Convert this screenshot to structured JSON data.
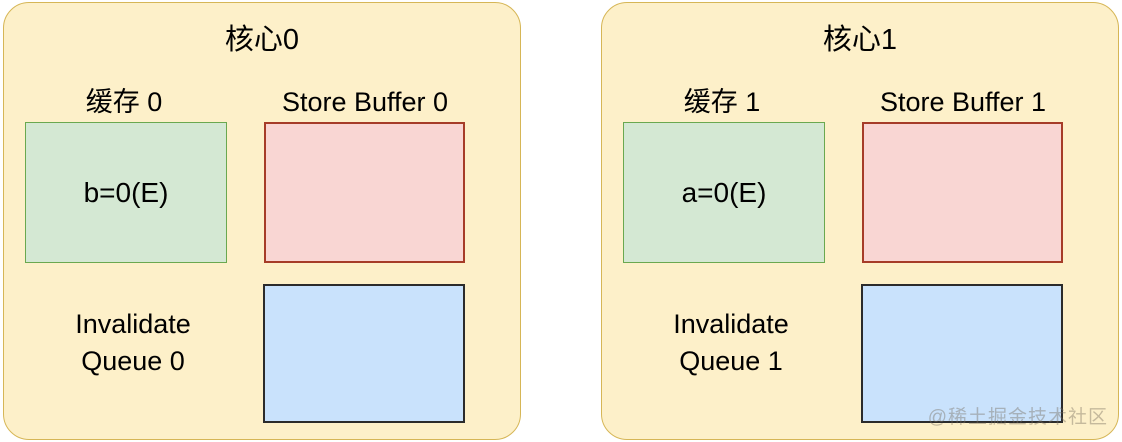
{
  "diagram": {
    "title_hidden": "MESI store buffer / invalidate queue state",
    "colors": {
      "panel_fill": "#fdf0c9",
      "panel_stroke": "#d6b656",
      "cache_fill": "#d4e8d3",
      "cache_stroke": "#6aa84f",
      "store_buffer_fill": "#f9d6d3",
      "store_buffer_stroke": "#a63c28",
      "invalidate_queue_fill": "#c9e2fc",
      "invalidate_queue_stroke": "#2b2b2b",
      "text": "#000000"
    },
    "cores": [
      {
        "title": "核心0",
        "cache_label": "缓存 0",
        "cache_value": "b=0(E)",
        "store_buffer_label": "Store Buffer 0",
        "store_buffer_value": "",
        "invalidate_queue_label_line1": "Invalidate",
        "invalidate_queue_label_line2": "Queue 0",
        "invalidate_queue_value": ""
      },
      {
        "title": "核心1",
        "cache_label": "缓存 1",
        "cache_value": "a=0(E)",
        "store_buffer_label": "Store Buffer 1",
        "store_buffer_value": "",
        "invalidate_queue_label_line1": "Invalidate",
        "invalidate_queue_label_line2": "Queue 1",
        "invalidate_queue_value": ""
      }
    ],
    "watermark": "@稀土掘金技术社区"
  }
}
